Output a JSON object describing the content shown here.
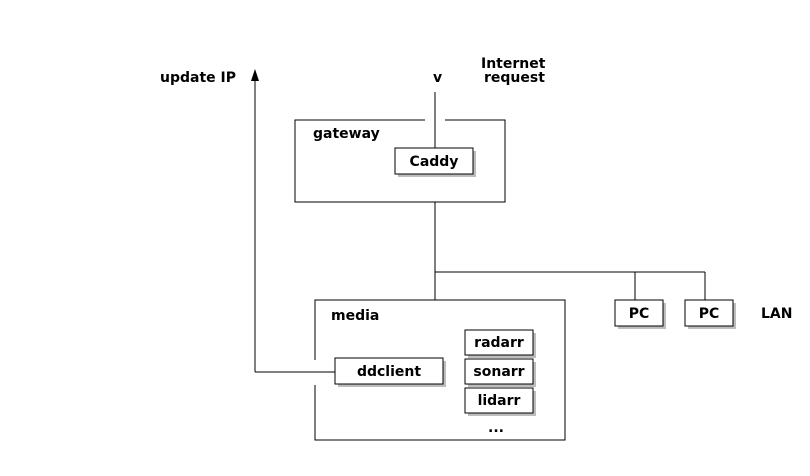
{
  "labels": {
    "update_ip": "update IP",
    "v": "v",
    "internet_line1": "Internet",
    "internet_line2": "request",
    "gateway": "gateway",
    "caddy": "Caddy",
    "media": "media",
    "ddclient": "ddclient",
    "radarr": "radarr",
    "sonarr": "sonarr",
    "lidarr": "lidarr",
    "ellipsis": "...",
    "pc_1": "PC",
    "pc_2": "PC",
    "lan": "LAN"
  }
}
